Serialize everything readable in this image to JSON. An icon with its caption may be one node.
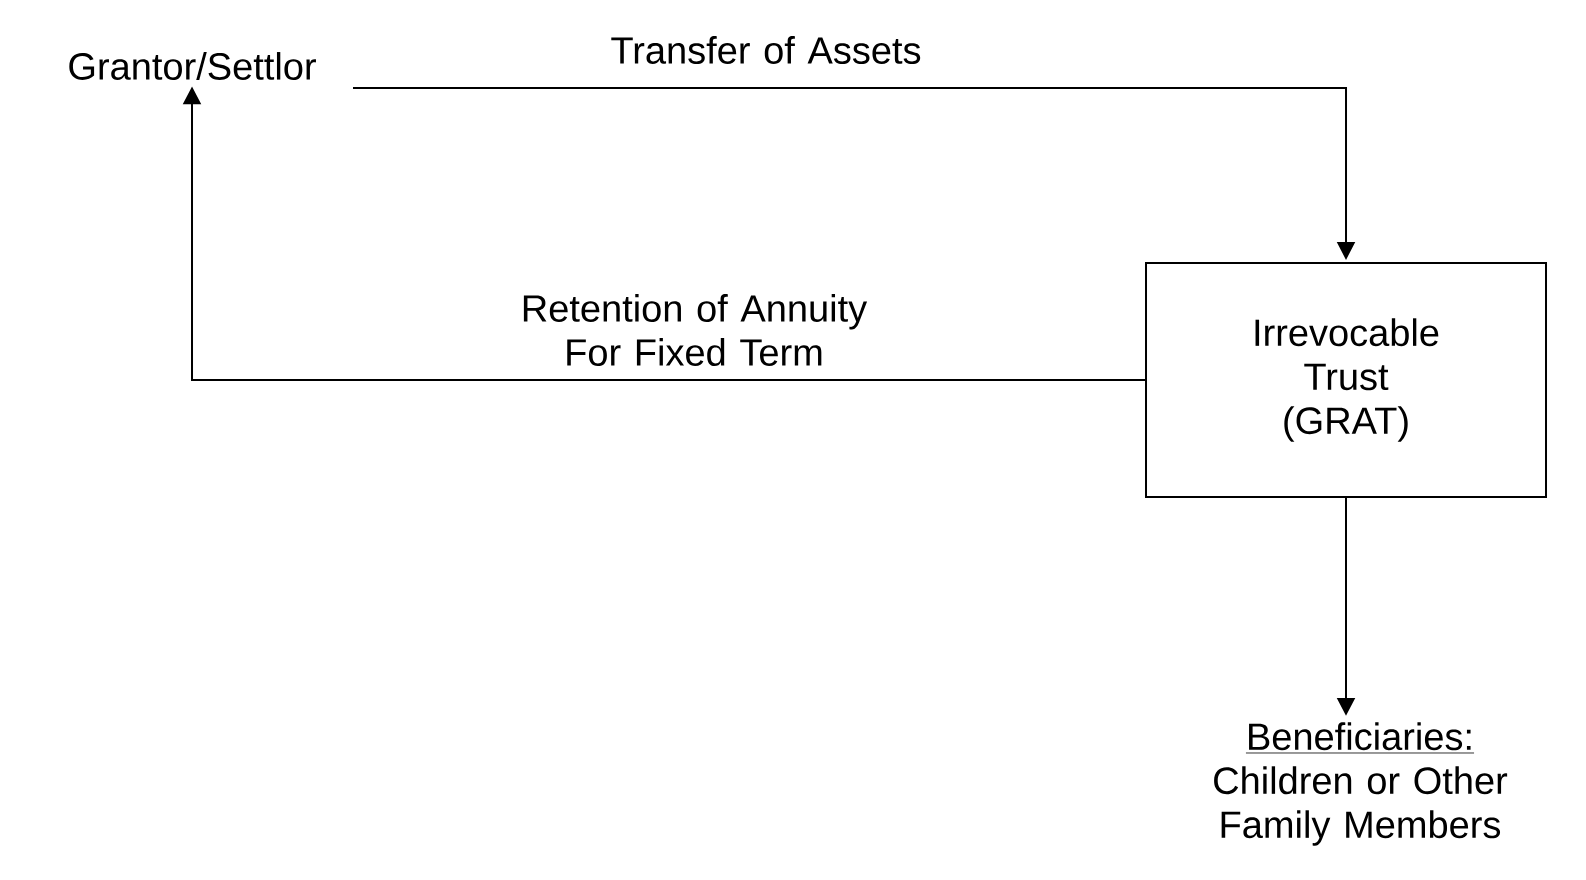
{
  "diagram": {
    "nodes": [
      {
        "text": [
          "Grantor/Settlor"
        ]
      },
      {
        "text": [
          "Irrevocable Trust (GRAT)"
        ]
      },
      {
        "text": [
          "Beneficiaries:",
          "Children or Other Family Members"
        ]
      }
    ],
    "edges": [
      {
        "from": 0,
        "to": 1,
        "arrow": "to",
        "label": "Transfer of Assets"
      },
      {
        "from": 1,
        "to": 0,
        "arrow": "to",
        "label": "Retention of Annuity For Fixed Term"
      },
      {
        "from": 1,
        "to": 2,
        "arrow": "to"
      }
    ]
  }
}
